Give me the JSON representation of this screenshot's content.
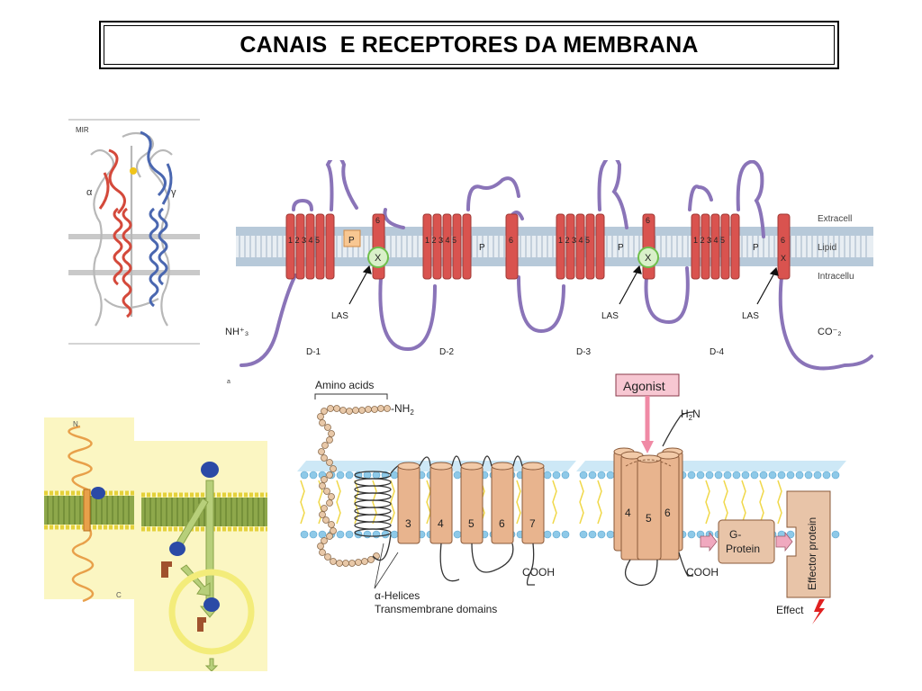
{
  "title": "CANAIS  E RECEPTORES DA MEMBRANA",
  "panel_ion_structure": {
    "labels": {
      "mir": "MIR",
      "alpha": "α",
      "gamma": "γ"
    }
  },
  "panel_sodium_channel": {
    "layer_labels": {
      "extracellular": "Extracell",
      "lipid": "Lipid",
      "intracellular": "Intracellu"
    },
    "n_terminus": "NH⁺₃",
    "c_terminus": "CO⁻₂",
    "domains": [
      {
        "name": "D-1",
        "segments": "1 2 3 4 5",
        "seg6": "6"
      },
      {
        "name": "D-2",
        "segments": "1 2 3 4 5",
        "seg6": "6"
      },
      {
        "name": "D-3",
        "segments": "1 2 3 4 5",
        "seg6": "6"
      },
      {
        "name": "D-4",
        "segments": "1 2 3 4 5",
        "seg6": "6"
      }
    ],
    "p_label": "P",
    "x_label": "X",
    "las_label": "LAS",
    "corner_mark": "a"
  },
  "panel_gpcr": {
    "amino_acids": "Amino acids",
    "nh2": "-NH",
    "nh2_sub": "2",
    "helix_numbers": [
      "3",
      "4",
      "5",
      "6",
      "7"
    ],
    "cooh": "COOH",
    "alpha_helices": "α-Helices",
    "transmembrane": "Transmembrane domains"
  },
  "panel_gpcr_signal": {
    "agonist": "Agonist",
    "h2n": "H",
    "h2n_sub": "2",
    "h2n_tail": "N",
    "helix_numbers": [
      "4",
      "5",
      "6"
    ],
    "cooh": "COOH",
    "g_protein_line1": "G-",
    "g_protein_line2": "Protein",
    "effector": "Effector protein",
    "effect": "Effect"
  },
  "panel_receptor_small": {
    "n_label": "N",
    "c_label": "C"
  },
  "colors": {
    "alpha_chain": "#d4493b",
    "gamma_chain": "#4a67b0",
    "segment_red": "#d9534f",
    "purple_loop": "#8a74b8",
    "helix_tan": "#e8b48e",
    "agonist_pink": "#f2a5b5",
    "lipid_blue": "#8ec9e8",
    "lipid_yellow": "#f0d84a",
    "cream_bg": "#fbf6c2",
    "green_receptor": "#a8c46a"
  }
}
